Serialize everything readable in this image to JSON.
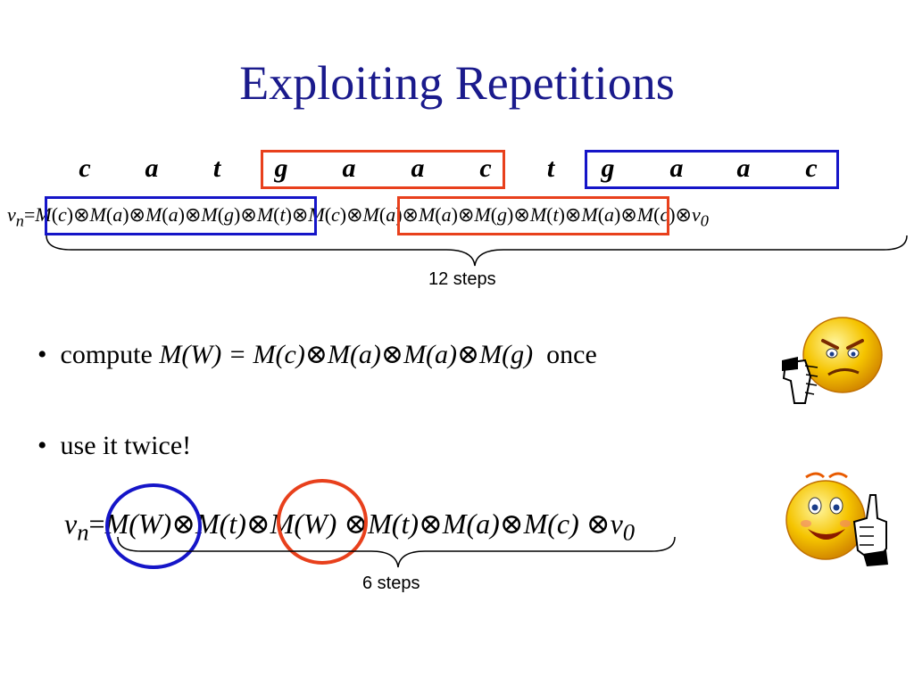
{
  "slide": {
    "title": "Exploiting Repetitions",
    "sequence": [
      "c",
      "a",
      "t",
      "g",
      "a",
      "a",
      "c",
      "t",
      "g",
      "a",
      "a",
      "c"
    ],
    "formula1": {
      "lhs_var": "v",
      "lhs_sub": "n",
      "terms": [
        "c",
        "a",
        "a",
        "g",
        "t",
        "c",
        "a",
        "a",
        "g",
        "t",
        "a",
        "c"
      ],
      "rhs_var": "v",
      "rhs_sub": "0"
    },
    "steps1": "12 steps",
    "bullets": {
      "b1_prefix": "compute",
      "b1_formula": "M(W) = M(c)⊗M(a)⊗M(a)⊗M(g)",
      "b1_suffix": "once",
      "b2": "use it twice!"
    },
    "formula2": {
      "lhs_var": "v",
      "lhs_sub": "n",
      "text": "M(W)⊗M(t)⊗M(W) ⊗M(t)⊗M(a)⊗M(c) ⊗v",
      "rhs_sub": "0"
    },
    "steps2": "6 steps"
  },
  "colors": {
    "title": "#1a1a8c",
    "blue_box": "#1515c8",
    "red_box": "#e8401c",
    "brace": "#000000",
    "smiley_face": "#f5c400"
  }
}
